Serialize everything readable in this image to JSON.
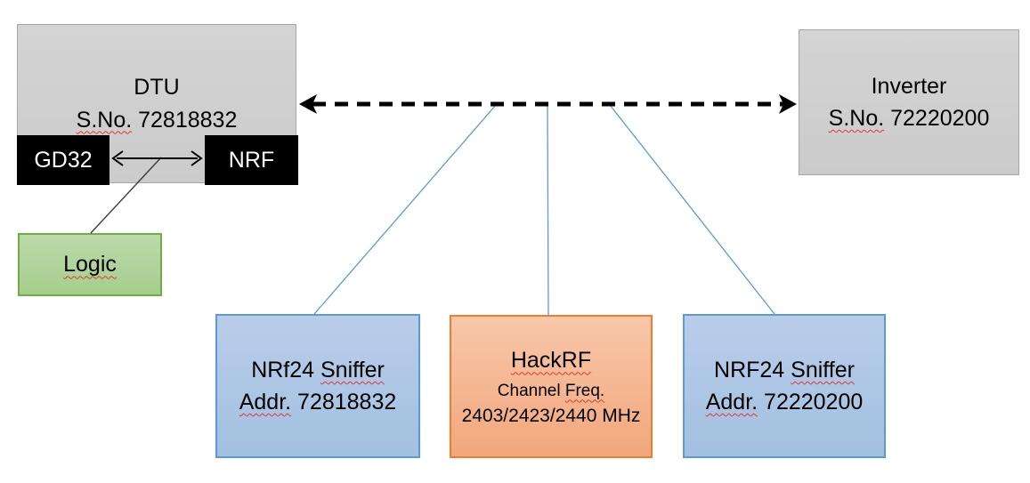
{
  "nodes": {
    "dtu": {
      "title": "DTU",
      "serial_label": "S.No.",
      "serial_number": " 72818832"
    },
    "gd32": {
      "label": "GD32"
    },
    "nrf": {
      "label": "NRF"
    },
    "logic": {
      "label": "Logic"
    },
    "inverter": {
      "title": "Inverter",
      "serial_label": "S.No.",
      "serial_number": " 72220200"
    },
    "sniffer_left": {
      "name_prefix": "NRf24 ",
      "name_word": "Sniffer",
      "addr_label": "Addr.",
      "addr_number": " 72818832"
    },
    "hackrf": {
      "title": "HackRF",
      "channel_prefix": "Channel ",
      "channel_word": "Freq.",
      "frequencies": "2403/2423/2440 MHz"
    },
    "sniffer_right": {
      "name_prefix": "NRF24 ",
      "name_word": "Sniffer",
      "addr_label": "Addr.",
      "addr_number": " 72220200"
    }
  },
  "connections": [
    {
      "from": "DTU",
      "to": "Inverter",
      "style": "dashed-double-arrow"
    },
    {
      "from": "GD32",
      "to": "NRF",
      "style": "double-arrow"
    },
    {
      "from": "GD32-NRF bus",
      "to": "Logic",
      "style": "thin-line"
    },
    {
      "from": "RF link",
      "to": "NRf24 Sniffer Addr. 72818832",
      "style": "blue-tap-line"
    },
    {
      "from": "RF link",
      "to": "HackRF",
      "style": "blue-tap-line"
    },
    {
      "from": "RF link",
      "to": "NRF24 Sniffer Addr. 72220200",
      "style": "blue-tap-line"
    }
  ],
  "colors": {
    "background": "#ffffff",
    "gray_fill": "#cfcfcf",
    "gray_border": "#a6a6a6",
    "chip_fill": "#000000",
    "chip_text": "#ffffff",
    "green_fill": "#a8d08d",
    "green_border": "#70ad47",
    "blue_fill": "#abc7e6",
    "blue_border": "#5b9bd5",
    "orange_fill": "#f4b183",
    "orange_border": "#ed7d31",
    "connector_blue": "#5b9bd5",
    "arrow_black": "#000000",
    "spellcheck_red": "#e0392f"
  }
}
